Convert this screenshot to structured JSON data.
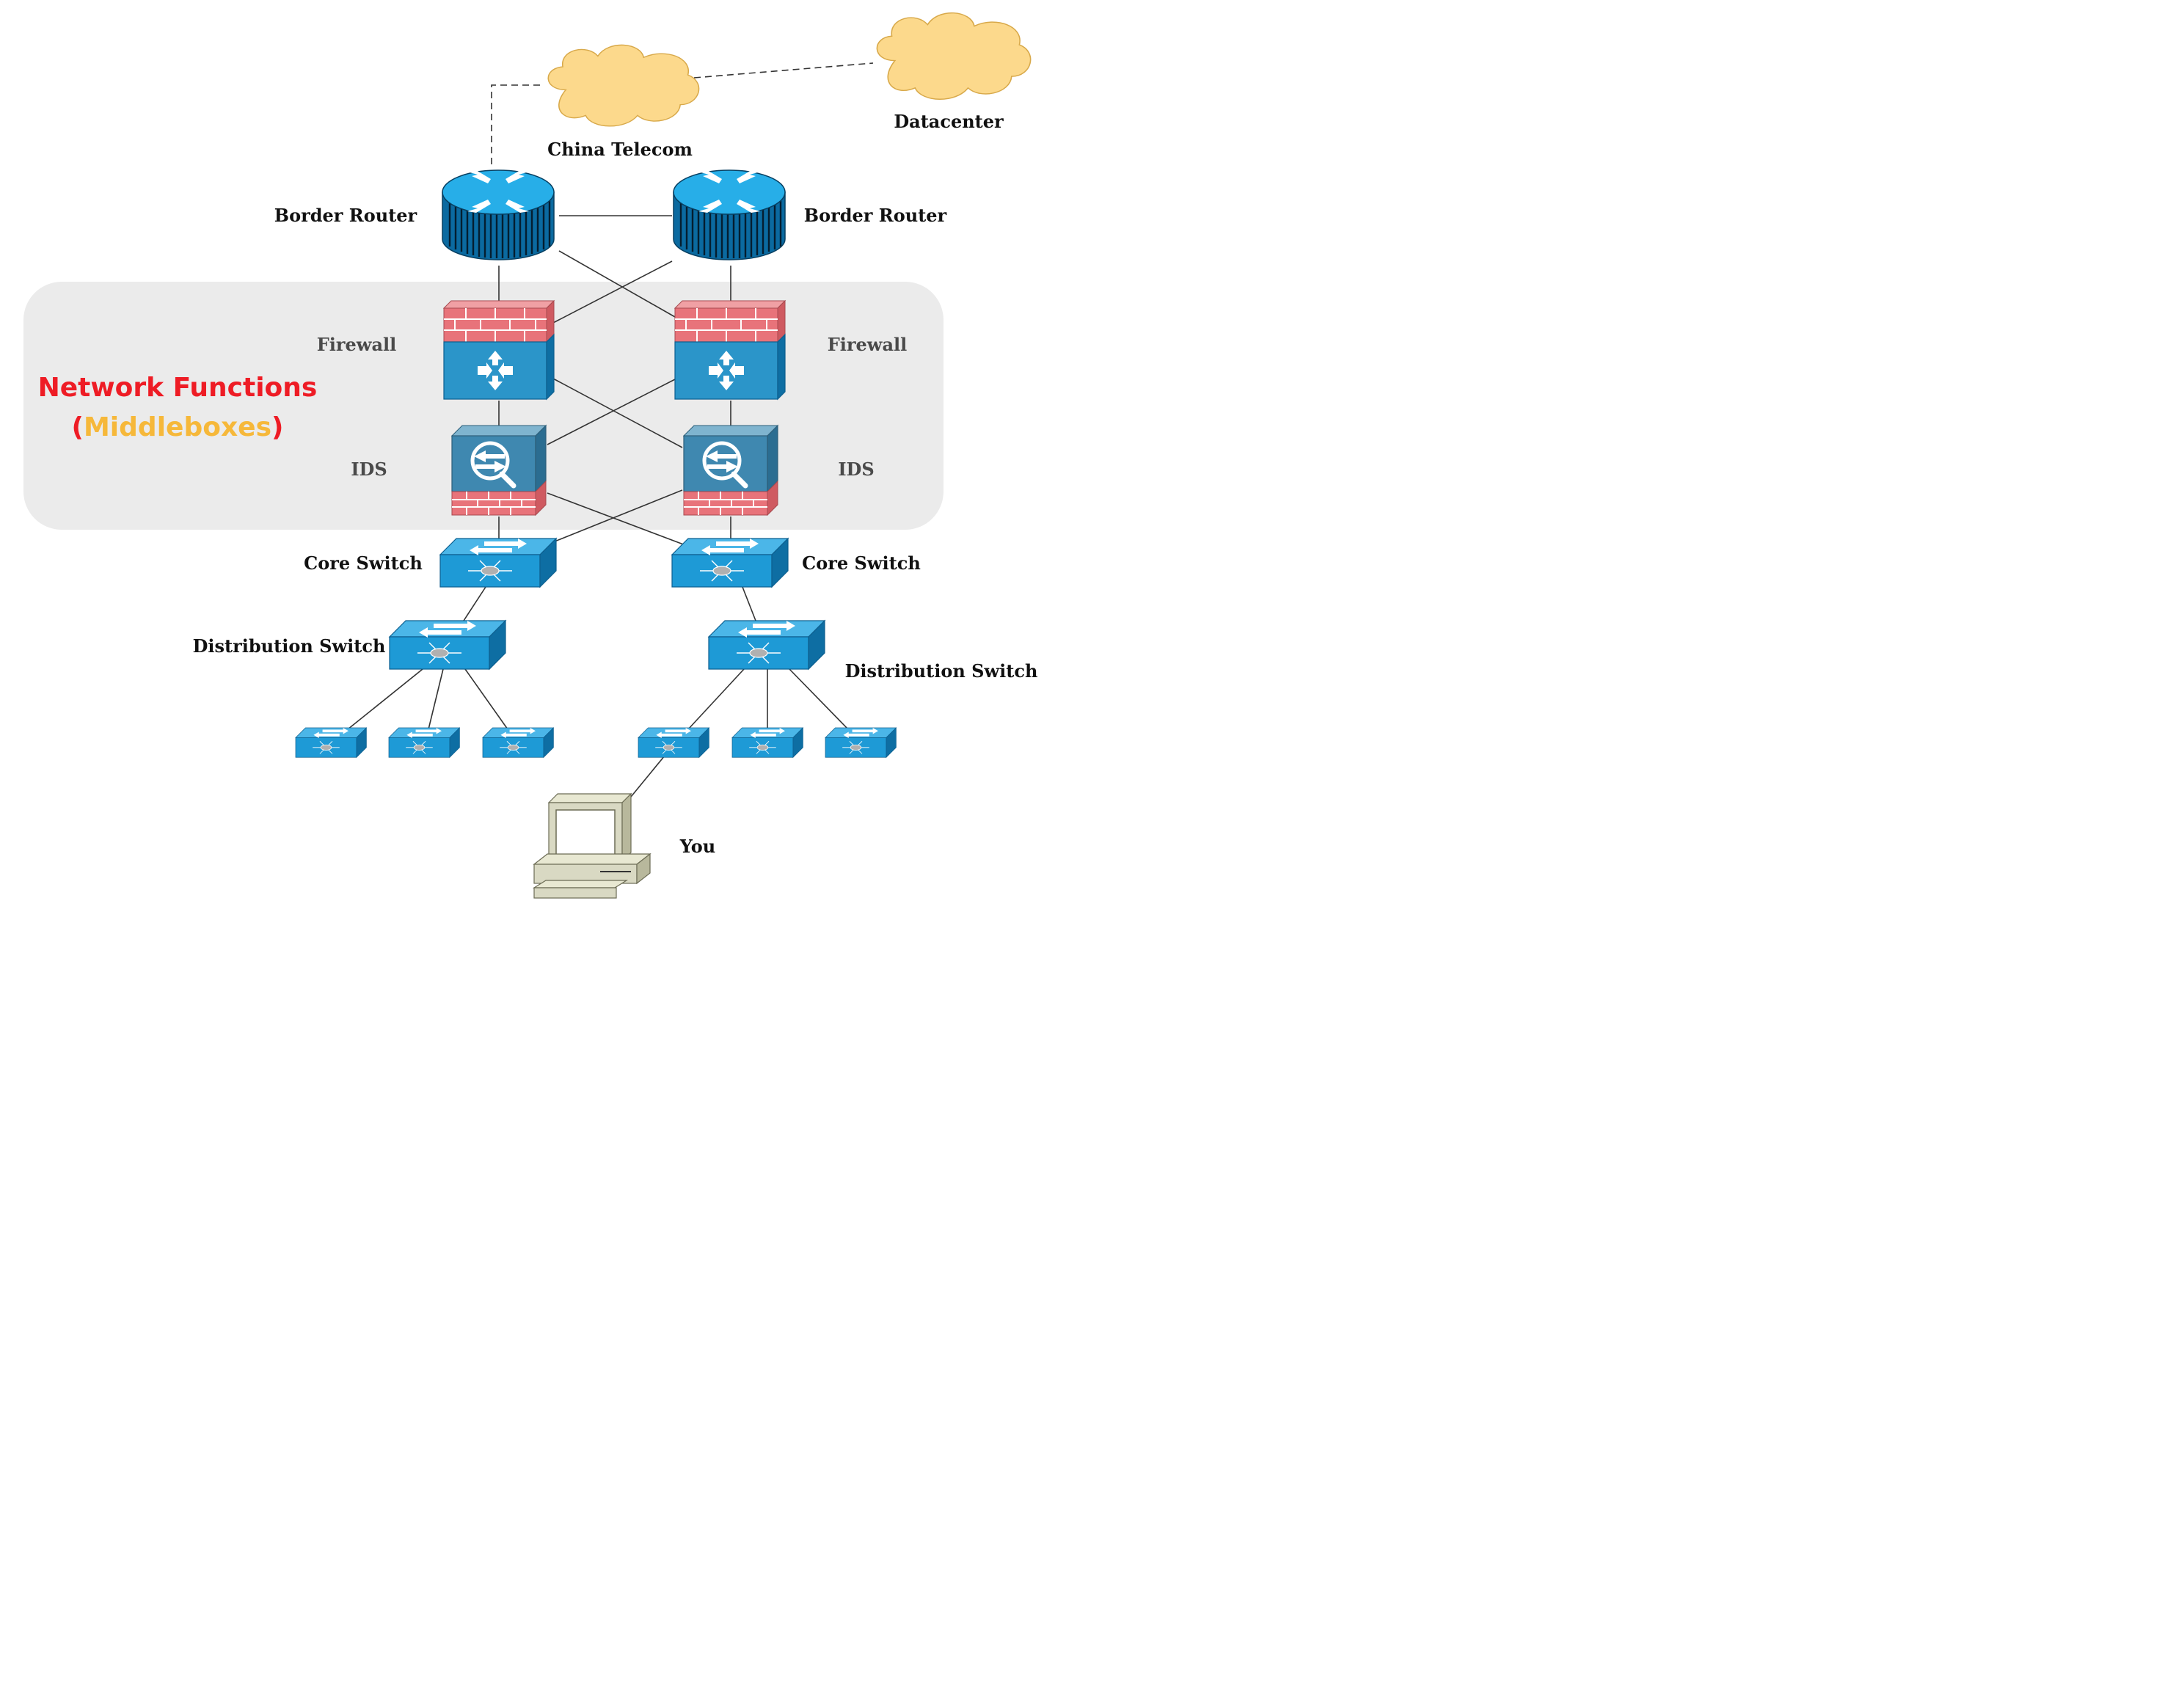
{
  "labels": {
    "china_telecom": "China Telecom",
    "datacenter": "Datacenter",
    "border_router_left": "Border Router",
    "border_router_right": "Border Router",
    "firewall_left": "Firewall",
    "firewall_right": "Firewall",
    "ids_left": "IDS",
    "ids_right": "IDS",
    "core_switch_left": "Core Switch",
    "core_switch_right": "Core Switch",
    "distribution_switch_left": "Distribution Switch",
    "distribution_switch_right": "Distribution Switch",
    "you": "You"
  },
  "network_functions": {
    "title": "Network Functions",
    "paren_open": "(",
    "subtitle": "Middleboxes",
    "paren_close": ")"
  },
  "colors": {
    "title_red": "#ee1c25",
    "subtitle_orange": "#f6b83a",
    "device_blue": "#1e9ad6",
    "router_dark": "#0a4f7a",
    "firewall_brick": "#e8737a",
    "cloud_fill": "#fcd98c",
    "middlebox_region": "#ebebeb",
    "computer_beige": "#d9d9c3"
  },
  "icons": [
    "cloud-icon",
    "router-icon",
    "firewall-icon",
    "ids-icon",
    "switch-icon",
    "computer-icon"
  ]
}
